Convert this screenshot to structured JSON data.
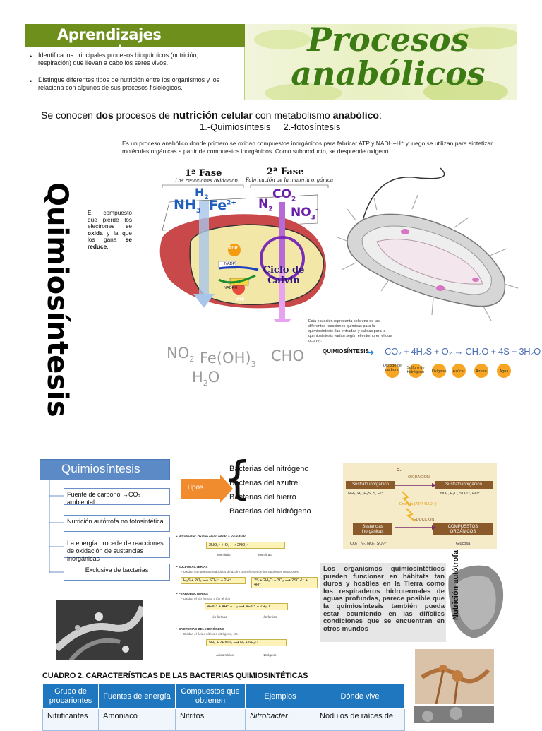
{
  "header": {
    "section_heading": "Aprendizajes esperados",
    "objectives": [
      "Identifica los principales procesos bioquímicos (nutrición, respiración) que llevan a cabo los seres vivos.",
      "Distingue diferentes tipos de nutrición entre los organismos y los relaciona con algunos de sus procesos fisiológicos."
    ],
    "title_line1": "Procesos",
    "title_line2": "anabólicos"
  },
  "intro": {
    "prefix": "Se conocen ",
    "w_dos": "dos",
    "mid1": " procesos de ",
    "w_nutricion": "nutrición",
    "w_celular": " celular",
    "mid2": " con metabolismo ",
    "w_anabolico": "anabólico",
    "colon": ":",
    "items": "1.-Quimiosíntesis     2.-fotosíntesis"
  },
  "description": "Es un proceso anabólico donde primero se oxidan compuestos inorgánicos para fabricar ATP y NADH+H⁺ y luego se utilizan para sintetizar moléculas orgánicas a partir de compuestos inorgánicos. Como subproducto, se desprende oxígeno.",
  "vertical_title": "Quimiosíntesis",
  "side_note": {
    "t1": "El compuesto que pierde los electrones se ",
    "b1": "oxida",
    "t2": " y la que los gana ",
    "b2": "se reduce",
    "t3": "."
  },
  "phases": {
    "phase1": "1ª Fase",
    "phase1_sub": "Las reacciones oxidación",
    "phase2": "2ª Fase",
    "phase2_sub": "Fabricación de la materia orgánica"
  },
  "cycle": {
    "label": "Ciclo de Calvin",
    "adp": "ADP",
    "nadp": "NADP⁺",
    "nadph": "NADPH",
    "atp": "ATP"
  },
  "equation_note": "Esta ecuación representa solo una de las diferentes reacciones químicas para la quimiosíntesis (las entradas y salidas para la quimiosíntesis varían según el entorno en el que ocurre).",
  "equation": {
    "label": "QUIMIOSÍNTESIS",
    "text": "CO₂ + 4H₂S + O₂ → CH₂O + 4S + 3H₂O",
    "labels": [
      "Dióxido de carbono",
      "Sulfuro de hidrógeno",
      "Oxígeno",
      "Azúcar",
      "Azufre",
      "Agua"
    ]
  },
  "concept_map": {
    "root": "Quimiosíntesis",
    "boxes": [
      "Fuente de carbono →CO₂ ambiental",
      "Nutrición autótrofa no fotosintética",
      "La energía procede de reacciones de oxidación de sustancias inorgánicas",
      "Exclusiva de bacterias"
    ],
    "tipos": "Tipos",
    "types": [
      "Bacterias del nitrógeno",
      "Bacterias del azufre",
      "Bacterias del hierro",
      "Bacterias del hidrógeno"
    ]
  },
  "ox_diagram": {
    "o2": "O₂",
    "oxidation": "OXIDACIÓN",
    "substrate_in": "Sustrato inorgánico",
    "substrate_out": "Sustrato inorgánico",
    "in_list": "NH₃, H₂, H₂S, S, F²⁺",
    "out_list": "NO₃, H₂O, SO₄²⁻, Fe³⁺",
    "energy": "Energía (ATP, NADH)",
    "reduction": "REDUCCIÓN",
    "substances": "Sustancias inorgánicas",
    "compounds": "COMPUESTOS ORGÁNICOS",
    "bottom_list": "CO₂ , N₂, NO₃, SO₄²⁻",
    "glucose": "Glucosa"
  },
  "reactions": [
    {
      "head": "• Nitrobacter: Oxidan el ión nitrito a ión nitrato.",
      "eq": "2NO₂⁻ + O₂ ⟶ 2NO₃⁻",
      "l1": "Ión nitrito",
      "l2": "Ión nitrato"
    },
    {
      "head": "• SULFOBACTERIAS",
      "sub": "– Oxidan compuestos reducidos de azufre o azufre según las siguientes reacciones:",
      "eq": "H₂S + 2O₂ ⟶ SO₄²⁻ + 2H⁺",
      "eq2": "2S + 2H₂O + 3O₂ ⟶ 2SO₄²⁻ + 4H⁺"
    },
    {
      "head": "• FERROBACTERIAS",
      "sub": "– Oxidan el ión ferroso a ión férrico",
      "eq": "4Fe²⁺ + 4H⁺ + O₂ ⟶ 4Fe³⁺ + 2H₂O",
      "l1": "Ión ferroso",
      "l2": "Ión férrico"
    },
    {
      "head": "• BACTERIAS DEL HIDRÓGENO",
      "sub": "– Oxidan el ácido nítrico a nitrógeno, etc.",
      "eq": "5H₂ + 2HNO₃ ⟶ N₂ + 6H₂O",
      "l1": "Ácido nítrico",
      "l2": "Nitrógeno"
    }
  ],
  "paragraph": "Los organismos quimiosintéticos pueden funcionar en hábitats tan duros y hostiles en la Tierra como los respiraderos hidrotermales de aguas profundas, parece posible que la quimiosíntesis también pueda estar ocurriendo en las difíciles condiciones que se encuentran en otros mundos",
  "rotated_label": "Nutrición autótrofa",
  "table": {
    "title": "CUADRO 2. CARACTERÍSTICAS DE LAS BACTERIAS QUIMIOSINTÉTICAS",
    "headers": [
      "Grupo de procariontes",
      "Fuentes de energía",
      "Compuestos que obtienen",
      "Ejemplos",
      "Dónde vive"
    ],
    "row1": [
      "Nitrificantes",
      "Amoniaco",
      "Nitritos",
      "Nitrobacter",
      "Nódulos de raíces de"
    ]
  },
  "colors": {
    "banner_green": "#6e8f1c",
    "title_green": "#3c7a14",
    "map_blue": "#5b8ac7",
    "tipos_orange": "#f08c2d",
    "table_blue": "#1f78bf",
    "dot_orange": "#f6a623"
  }
}
